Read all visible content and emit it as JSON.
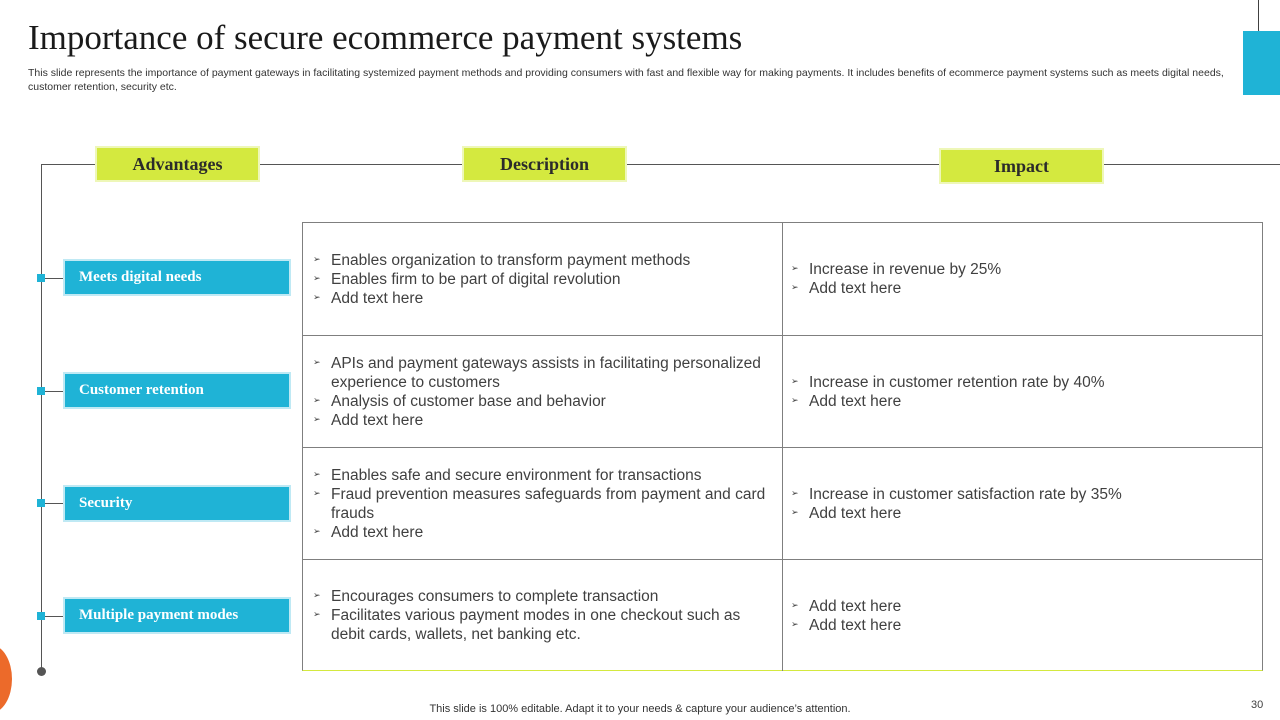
{
  "title": "Importance of secure ecommerce payment systems",
  "subtitle": "This slide represents the importance of payment gateways in facilitating systemized payment methods and providing consumers with fast and flexible way for making payments. It includes benefits of ecommerce payment systems such as meets digital needs, customer retention, security etc.",
  "headers": {
    "advantages": "Advantages",
    "description": "Description",
    "impact": "Impact"
  },
  "rows": [
    {
      "advantage": "Meets digital needs",
      "description": [
        "Enables organization to transform payment methods",
        "Enables firm to be part of digital revolution",
        "Add text here"
      ],
      "impact": [
        "Increase  in revenue  by 25%",
        "Add text here"
      ]
    },
    {
      "advantage": "Customer retention",
      "description": [
        "APIs and payment gateways assists in facilitating personalized experience to customers",
        "Analysis of customer base and behavior",
        "Add text here"
      ],
      "impact": [
        "Increase  in customer  retention rate by 40%",
        "Add text here"
      ]
    },
    {
      "advantage": "Security",
      "description": [
        "Enables safe and secure environment  for transactions",
        "Fraud prevention measures safeguards from payment and card frauds",
        "Add text here"
      ],
      "impact": [
        "Increase  in customer  satisfaction rate by 35%",
        "Add text here"
      ]
    },
    {
      "advantage": "Multiple payment modes",
      "description": [
        "Encourages consumers to complete transaction",
        "Facilitates various payment modes in one checkout such as debit cards, wallets, net banking etc."
      ],
      "impact": [
        "Add text here",
        "Add text here"
      ]
    }
  ],
  "footer": "This slide is 100% editable. Adapt it to your needs & capture your audience’s attention.",
  "page_number": "30",
  "colors": {
    "accent_cyan": "#1fb3d6",
    "accent_lime": "#d4e93f",
    "accent_orange": "#ec6a2a"
  }
}
